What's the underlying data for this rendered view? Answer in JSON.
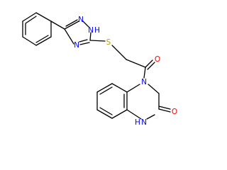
{
  "molecule": {
    "atoms": {
      "n_triazole_1": "N",
      "nh_triazole": "N",
      "nh_triazole_h": "H",
      "n_triazole_4": "N",
      "s_thioether": "S",
      "o_ketone": "O",
      "n_quinoxaline": "N",
      "nh_lactam": "N",
      "nh_lactam_h": "H",
      "o_lactam": "O"
    },
    "colors": {
      "bond": "#000000",
      "nitrogen": "#0000ff",
      "oxygen": "#ff0000",
      "sulfur": "#b3a600"
    }
  }
}
